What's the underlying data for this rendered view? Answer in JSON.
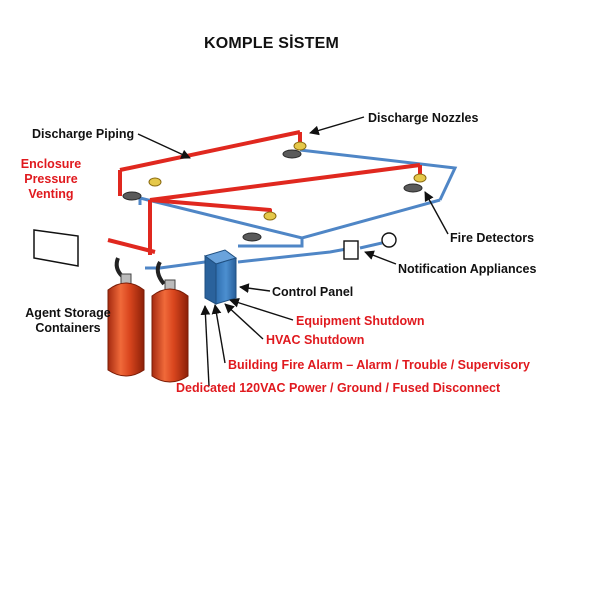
{
  "title": "KOMPLE SİSTEM",
  "labels": {
    "discharge_piping": "Discharge Piping",
    "discharge_nozzles": "Discharge Nozzles",
    "enclosure_line1": "Enclosure",
    "enclosure_line2": "Pressure",
    "enclosure_line3": "Venting",
    "fire_detectors": "Fire Detectors",
    "notification_appliances": "Notification Appliances",
    "control_panel": "Control Panel",
    "agent_storage_line1": "Agent Storage",
    "agent_storage_line2": "Containers",
    "equipment_shutdown": "Equipment Shutdown",
    "hvac_shutdown": "HVAC Shutdown",
    "building_fire_alarm": "Building Fire Alarm – Alarm  /  Trouble  /  Supervisory",
    "dedicated_power": "Dedicated 120VAC Power / Ground / Fused Disconnect"
  },
  "colors": {
    "pipe_red": "#e0281f",
    "wire_blue": "#4f86c6",
    "panel_blue": "#3b7fc4",
    "cylinder_red": "#d9461e",
    "label_red": "#e0191e",
    "text_black": "#111111"
  }
}
